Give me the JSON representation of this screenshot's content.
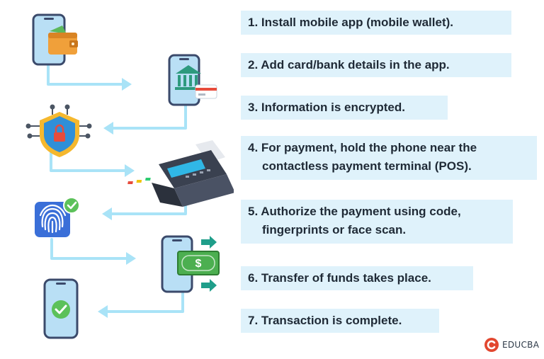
{
  "steps": [
    {
      "text": "1. Install mobile app (mobile wallet)."
    },
    {
      "text": "2. Add card/bank details in the app."
    },
    {
      "text": "3. Information is encrypted."
    },
    {
      "line1": "4. For payment, hold the phone near the",
      "line2": "contactless payment terminal (POS)."
    },
    {
      "line1": "5. Authorize the payment using code,",
      "line2": "fingerprints or face scan."
    },
    {
      "text": "6. Transfer of funds takes place."
    },
    {
      "text": "7. Transaction is complete."
    }
  ],
  "money_symbol": "$",
  "brand": {
    "name": "EDUCBA"
  },
  "colors": {
    "step_bg": "#dff2fb",
    "arrow": "#a9e3f7",
    "phone_frame": "#3b4a6b",
    "phone_screen": "#b9dff5",
    "brand_red": "#e2472f"
  },
  "icons": [
    "wallet-phone-icon",
    "bank-phone-icon",
    "security-shield-icon",
    "pos-terminal-icon",
    "fingerprint-icon",
    "money-transfer-phone-icon",
    "success-phone-icon"
  ]
}
